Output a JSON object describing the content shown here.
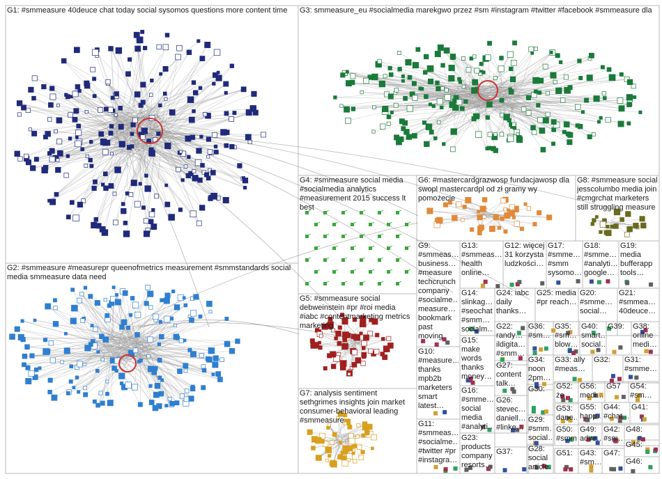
{
  "groups": [
    {
      "id": "G1",
      "label": "G1: #smmeasure 40deuce chat today social sysomos questions more content time",
      "color": "#1f2a7a"
    },
    {
      "id": "G2",
      "label": "G2: #smmeasure #measurepr queenofmetrics measurement #smmstandards social media smmeasure data need",
      "color": "#2f7fd0"
    },
    {
      "id": "G3",
      "label": "G3: smmeasure_eu #socialmedia marekgwo przez #sm #instagram #twitter #facebook #smmeasure dla",
      "color": "#1a7a3a"
    },
    {
      "id": "G4",
      "label": "G4: #smmeasure social media #socialmedia analytics #measurement 2015 success lt best",
      "color": "#3aa83a"
    },
    {
      "id": "G5",
      "label": "G5: #smmeasure social debweinstein #pr #roi media #iabc #contentmarketing metrics marketing",
      "color": "#a02020"
    },
    {
      "id": "G6",
      "label": "G6: #mastercardgrazwosp fundacjawosp dla swopl mastercardpl od zł gramy wy pomożecie",
      "color": "#e08a3a"
    },
    {
      "id": "G7",
      "label": "G7: analysis sentiment sethgrimes insights join market consumer-behavioral leading #smmeasure",
      "color": "#d8a020"
    },
    {
      "id": "G8",
      "label": "G8: #smmeasure social jesscolumbo media join #cmgrchat marketers still struggling measure",
      "color": "#6a6a20"
    },
    {
      "id": "G9",
      "label": "G9: #smmeas… business… #measure techcrunch company #socialme… measure… bookmark past moving"
    },
    {
      "id": "G10",
      "label": "G10: #measure… thanks mpb2b marketers smart latest…"
    },
    {
      "id": "G11",
      "label": "G11: #smmeas… #socialme… #twitter #pr #instagra…"
    },
    {
      "id": "G12",
      "label": "G12: więcej 31 korzysta ludzkości…"
    },
    {
      "id": "G13",
      "label": "G13: #smmeas… health online…"
    },
    {
      "id": "G14",
      "label": "G14: slinkag… #seochat #smm… socialm…"
    },
    {
      "id": "G15",
      "label": "G15: make words thanks money…"
    },
    {
      "id": "G16",
      "label": "G16: #smme… social media #analyti…"
    },
    {
      "id": "G17",
      "label": "G17: #smme… #smm sysomo…"
    },
    {
      "id": "G18",
      "label": "G18: #smme… #analyti… google…"
    },
    {
      "id": "G19",
      "label": "G19: media bufferapp tools…"
    },
    {
      "id": "G20",
      "label": "G20: #smme… social…"
    },
    {
      "id": "G21",
      "label": "G21: #smmea… 40deuce…"
    },
    {
      "id": "G22",
      "label": "G22: randy… ildigita… #smm…"
    },
    {
      "id": "G23",
      "label": "G23: products company resorts…"
    },
    {
      "id": "G24",
      "label": "G24: iabc daily thanks…"
    },
    {
      "id": "G25",
      "label": "G25: media #pr reach…"
    },
    {
      "id": "G26",
      "label": "G26: stevec… daniell… #linke…"
    },
    {
      "id": "G27",
      "label": "G27: content talk…"
    },
    {
      "id": "G28",
      "label": "G28: social article…"
    },
    {
      "id": "G29",
      "label": "G29: #smm… social…"
    },
    {
      "id": "G30",
      "label": "G30:"
    },
    {
      "id": "G31",
      "label": "G31: #smme…"
    },
    {
      "id": "G32",
      "label": "G32:"
    },
    {
      "id": "G33",
      "label": "G33: ally #meas…"
    },
    {
      "id": "G34",
      "label": "G34: noon 2pm…"
    },
    {
      "id": "G35",
      "label": "G35: #sm… blow…"
    },
    {
      "id": "G36",
      "label": "G36: #sm…"
    },
    {
      "id": "G37",
      "label": "G37:"
    },
    {
      "id": "G38",
      "label": "G38: online medi…"
    },
    {
      "id": "G39",
      "label": "G39:"
    },
    {
      "id": "G40",
      "label": "G40: smart… social…"
    },
    {
      "id": "G41",
      "label": "G41:"
    },
    {
      "id": "G42",
      "label": "G42: #sm…"
    },
    {
      "id": "G43",
      "label": "G43: #sm…"
    },
    {
      "id": "G44",
      "label": "G44: #chat…"
    },
    {
      "id": "G45",
      "label": "G45:"
    },
    {
      "id": "G46",
      "label": "G46:"
    },
    {
      "id": "G47",
      "label": "G47:"
    },
    {
      "id": "G48",
      "label": "G48:"
    },
    {
      "id": "G49",
      "label": "G49: adve…"
    },
    {
      "id": "G50",
      "label": "G50: #smm"
    },
    {
      "id": "G51",
      "label": "G51:"
    },
    {
      "id": "G52",
      "label": "G52: że"
    },
    {
      "id": "G53",
      "label": "G53: dane…"
    },
    {
      "id": "G54",
      "label": "G54: #sm…"
    },
    {
      "id": "G55",
      "label": "G55: happ…"
    },
    {
      "id": "G56",
      "label": "G56: medi…"
    },
    {
      "id": "G57",
      "label": "G57"
    }
  ],
  "colors": {
    "box_border": "#b9b9b9",
    "edge": "#9a9a9a",
    "hub_ring": "#d03030"
  }
}
